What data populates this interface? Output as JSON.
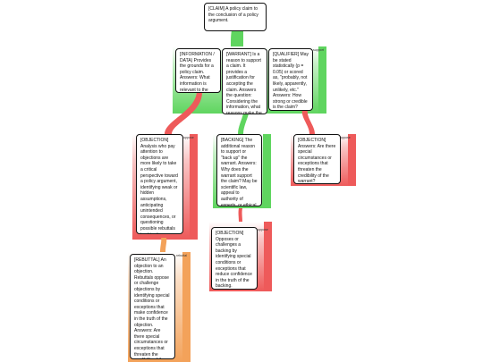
{
  "colors": {
    "support": "#5fd55f",
    "oppose": "#ee5a5a",
    "rebuttal": "#f3a25a",
    "border": "#111111"
  },
  "nodes": {
    "claim": "[CLAIM] A policy claim to the conclusion of a policy argument.",
    "information": "[INFORMATION / DATA) Provides the grounds for a policy claim. Answers: What information is relevant to the claim?",
    "warrant": "[WARRANT] Is a reason to support a claim. It provides a justification for accepting the claim. Answers the question: Considering the information, what reasons make the claim true?",
    "qualifier": "[QUALIFIER] May be stated statistically (p = 0.05) or scored as, \"probably, not likely, apparently, unlikely, etc.\" Answers: How strong or credible is the claim?",
    "objection1": "[OBJECTION] Analysis who pay attention to objections are more likely to take a critical perspective toward a policy argument, identifying weak or hidden assumptions, anticipating unintended consequences, or questioning possible rebuttals to objections",
    "backing": "[BACKING] The additional reason to support or \"back up\" the warrant. Answers: Why does the warrant support the claim? May be scientific law, appeal to authority of experts, or ethical and moral principles.",
    "objection3": "[OBJECTION] Answers: Are there special circumstances or exceptions that threaten the credibility of the warrant?",
    "objection2": "[OBJECTION] Opposes or challenges a backing by identifying special conditions or exceptions that reduce confidence in the truth of the backing.",
    "rebuttal": "[REBUTTAL] An objection to an objection. Rebuttals oppose or challenge objections by identifying special conditions or exceptions that make confidence in the truth of the objection. Answers: Are there special circumstances or exceptions that threaten the credibility of the objection?"
  },
  "tags": {
    "support": "support",
    "oppose1": "oppose",
    "oppose2": "oppose",
    "oppose3": "oppose",
    "rebuttal": "rebuttal"
  }
}
